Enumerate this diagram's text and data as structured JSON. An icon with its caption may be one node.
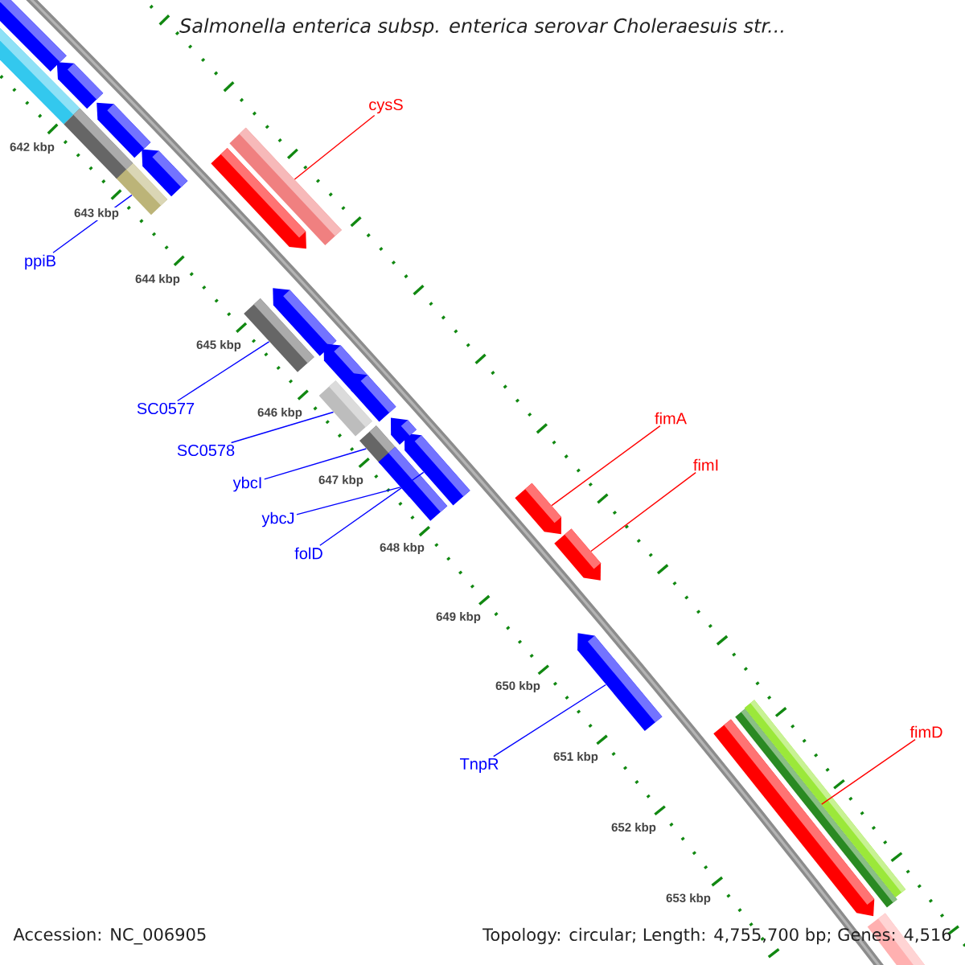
{
  "diagram": {
    "title": "Salmonella enterica subsp. enterica serovar Choleraesuis str...",
    "nodes": [
      {
        "text": [
          "cysS"
        ]
      },
      {
        "text": [],
        "shape": "bar"
      },
      {
        "text": [
          "ppiB"
        ]
      },
      {
        "text": [],
        "shape": "bar"
      },
      {
        "text": [
          "SC0577"
        ]
      },
      {
        "text": [],
        "shape": "bar"
      },
      {
        "text": [
          "SC0578"
        ]
      },
      {
        "text": [],
        "shape": "bar"
      },
      {
        "text": [
          "ybcI"
        ]
      },
      {
        "text": [],
        "shape": "bar"
      },
      {
        "text": [
          "ybcJ"
        ]
      },
      {
        "text": [],
        "shape": "bar"
      },
      {
        "text": [
          "folD"
        ]
      },
      {
        "text": [],
        "shape": "bar"
      },
      {
        "text": [
          "fimA"
        ]
      },
      {
        "text": [],
        "shape": "bar"
      },
      {
        "text": [
          "fimI"
        ]
      },
      {
        "text": [],
        "shape": "bar"
      },
      {
        "text": [
          "TnpR"
        ]
      },
      {
        "text": [],
        "shape": "bar"
      },
      {
        "text": [
          "fimD"
        ]
      },
      {
        "text": [],
        "shape": "bar"
      },
      {
        "text": [],
        "shape": "bar"
      },
      {
        "text": [],
        "shape": "bar"
      },
      {
        "text": [],
        "shape": "bar"
      },
      {
        "text": [],
        "shape": "bar"
      },
      {
        "text": [],
        "shape": "bar"
      },
      {
        "text": [],
        "shape": "bar"
      },
      {
        "text": [],
        "shape": "bar"
      },
      {
        "text": [],
        "shape": "bar"
      },
      {
        "text": [],
        "shape": "bar"
      },
      {
        "text": [],
        "shape": "bar"
      },
      {
        "text": [],
        "shape": "bar"
      },
      {
        "text": [],
        "shape": "bar"
      },
      {
        "text": [],
        "shape": "bar"
      },
      {
        "text": [],
        "shape": "bar"
      }
    ],
    "edges": [
      {
        "from": 0,
        "to": 1,
        "arrow": "none",
        "color": "#ff0000"
      },
      {
        "from": 2,
        "to": 3,
        "arrow": "none"
      },
      {
        "from": 4,
        "to": 5,
        "arrow": "none"
      },
      {
        "from": 6,
        "to": 7,
        "arrow": "none"
      },
      {
        "from": 8,
        "to": 9,
        "arrow": "none"
      },
      {
        "from": 10,
        "to": 11,
        "arrow": "none"
      },
      {
        "from": 12,
        "to": 13,
        "arrow": "none"
      },
      {
        "from": 14,
        "to": 15,
        "arrow": "none",
        "color": "#ff0000"
      },
      {
        "from": 16,
        "to": 17,
        "arrow": "none",
        "color": "#ff0000"
      },
      {
        "from": 18,
        "to": 19,
        "arrow": "none"
      },
      {
        "from": 20,
        "to": 21,
        "arrow": "none",
        "color": "#ff0000"
      }
    ],
    "labels": [
      "642 kbp",
      "643 kbp",
      "644 kbp",
      "645 kbp",
      "646 kbp",
      "647 kbp",
      "648 kbp",
      "649 kbp",
      "650 kbp",
      "651 kbp",
      "652 kbp",
      "653 kbp",
      "Accession: NC_006905",
      "Topology: circular; Length: 4,755,700 bp; Genes: 4,516"
    ]
  }
}
